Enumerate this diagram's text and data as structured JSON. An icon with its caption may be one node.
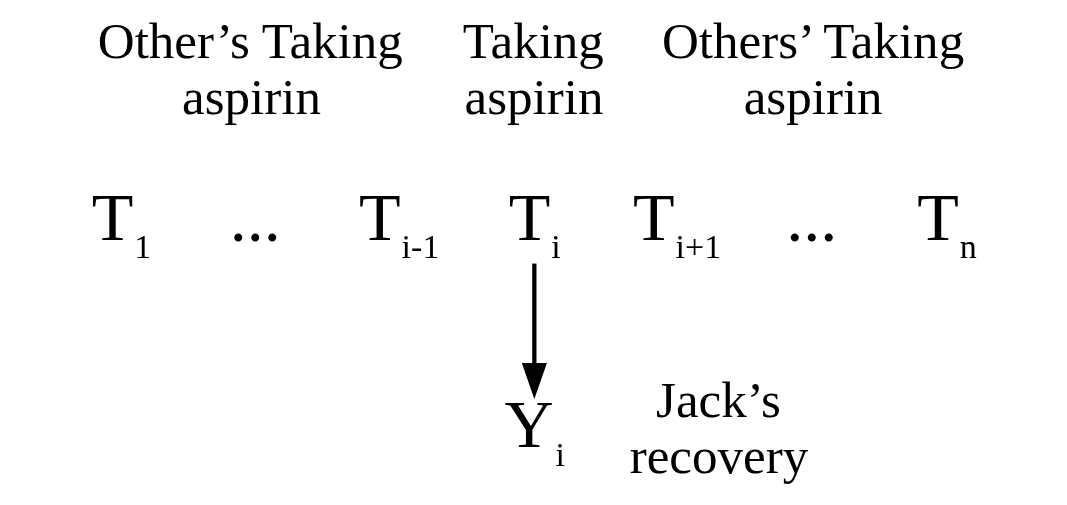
{
  "diagram": {
    "nodes": [
      {
        "text": [
          "T$_{i}$"
        ],
        "beside": [
          "Taking aspirin"
        ]
      },
      {
        "text": [
          "Y$_{i}$"
        ],
        "beside": [
          "Jack’s recovery"
        ]
      }
    ],
    "edges": [
      {
        "from": 0,
        "to": 1,
        "arrow": "to"
      }
    ],
    "labels": [
      "Other’s Taking aspirin",
      "Others’ Taking aspirin",
      "T$_{1}$",
      "...",
      "T$_{i-1}$",
      "T$_{i+1}$",
      "...",
      "T$_{n}$"
    ]
  }
}
